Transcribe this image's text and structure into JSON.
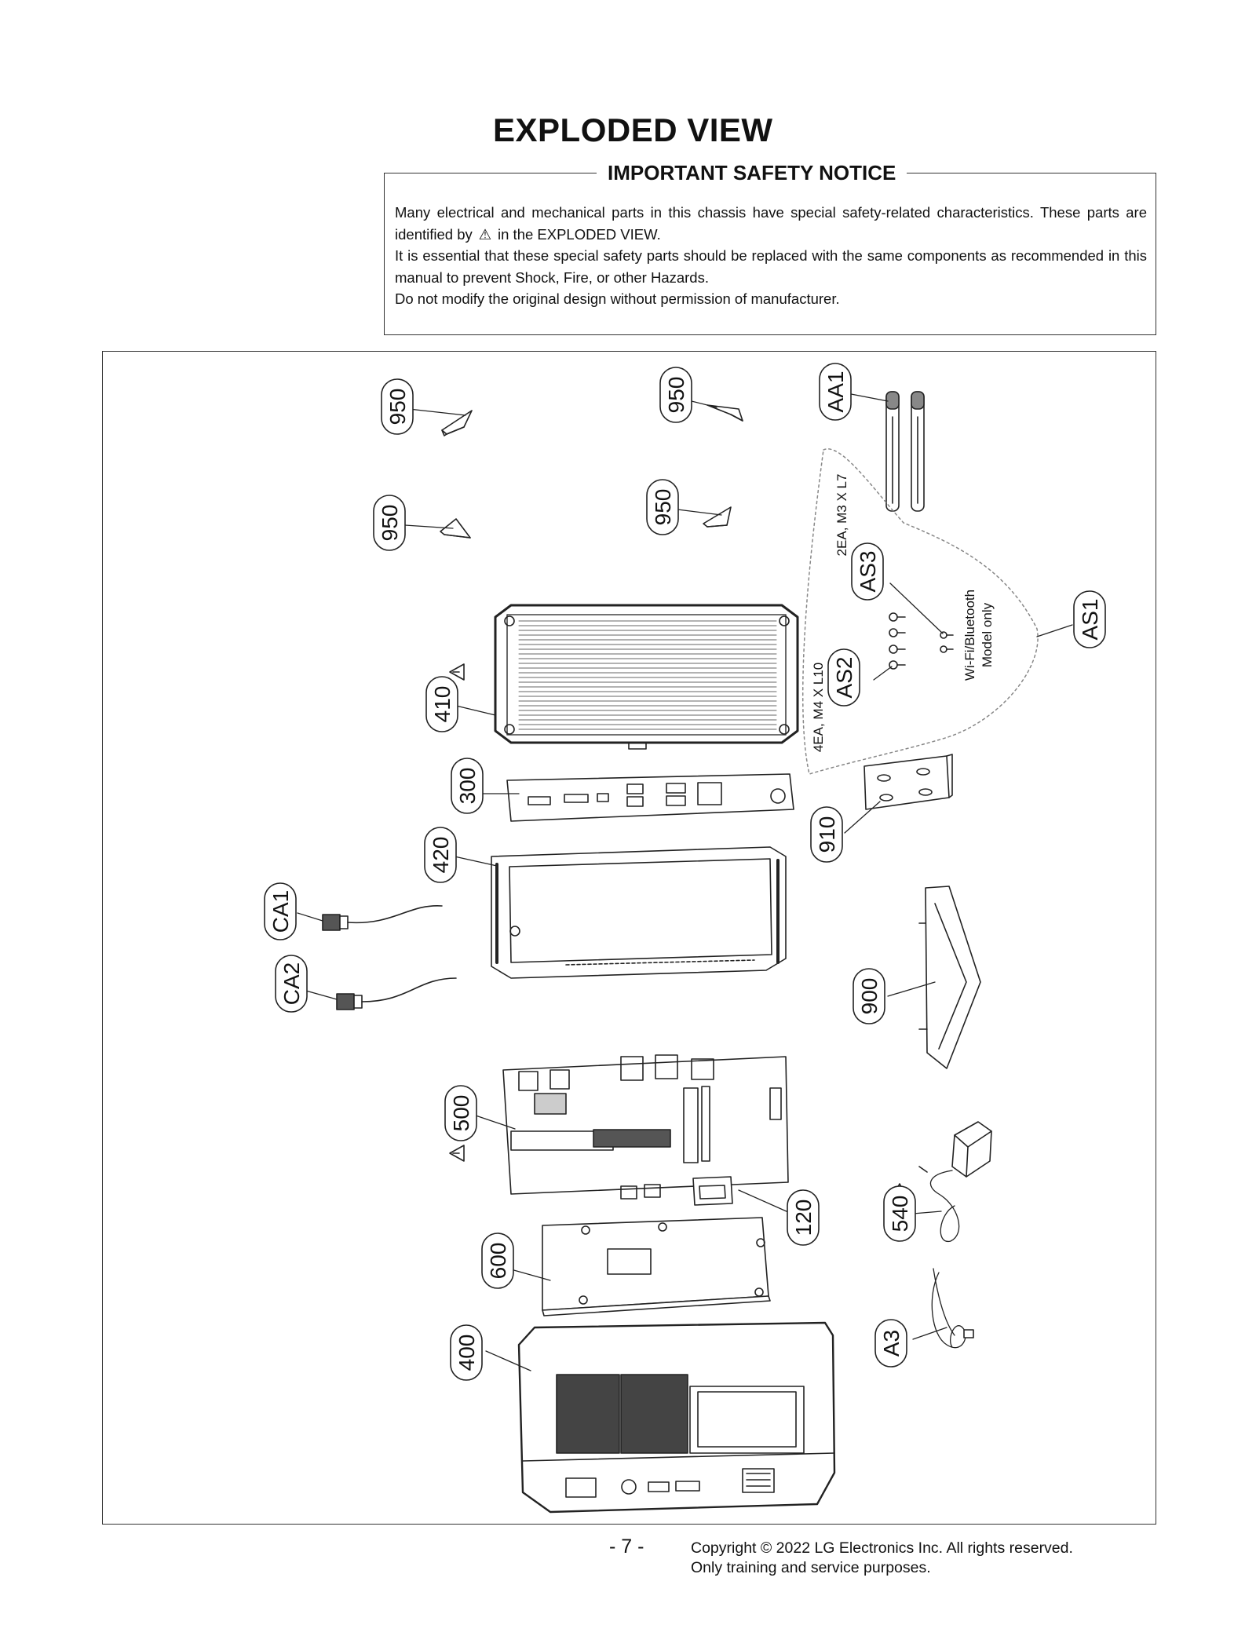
{
  "title": "EXPLODED VIEW",
  "notice": {
    "title": "IMPORTANT SAFETY NOTICE",
    "line1a": "Many electrical and mechanical parts in this chassis have special safety-related characteristics. These parts are identified by",
    "warning_symbol": "⚠",
    "line1b": "in the EXPLODED VIEW.",
    "line2": "It is essential that these special safety parts should be replaced with the same components as recommended in this manual to prevent Shock, Fire, or other Hazards.",
    "line3": "Do not modify the original design without permission of manufacturer."
  },
  "diagram": {
    "callouts": {
      "c950a": "950",
      "c950b": "950",
      "c950c": "950",
      "c950d": "950",
      "aa1": "AA1",
      "as1": "AS1",
      "as2": "AS2",
      "as3": "AS3",
      "c410": "410",
      "c300": "300",
      "c420": "420",
      "c910": "910",
      "ca1": "CA1",
      "ca2": "CA2",
      "c900": "900",
      "c500": "500",
      "c120": "120",
      "c540": "540",
      "c600": "600",
      "c400": "400",
      "a3": "A3"
    },
    "annotations": {
      "as3_spec": "2EA, M3 X L7",
      "as2_spec": "4EA, M4 X L10",
      "wifi_line1": "Wi-Fi/Bluetooth",
      "wifi_line2": "Model only"
    },
    "safety_marked_parts": [
      "410",
      "500",
      "540"
    ]
  },
  "footer": {
    "page_number": "- 7 -",
    "copyright_line1": "Copyright © 2022 LG Electronics Inc. All rights reserved.",
    "copyright_line2": "Only training and service purposes."
  }
}
